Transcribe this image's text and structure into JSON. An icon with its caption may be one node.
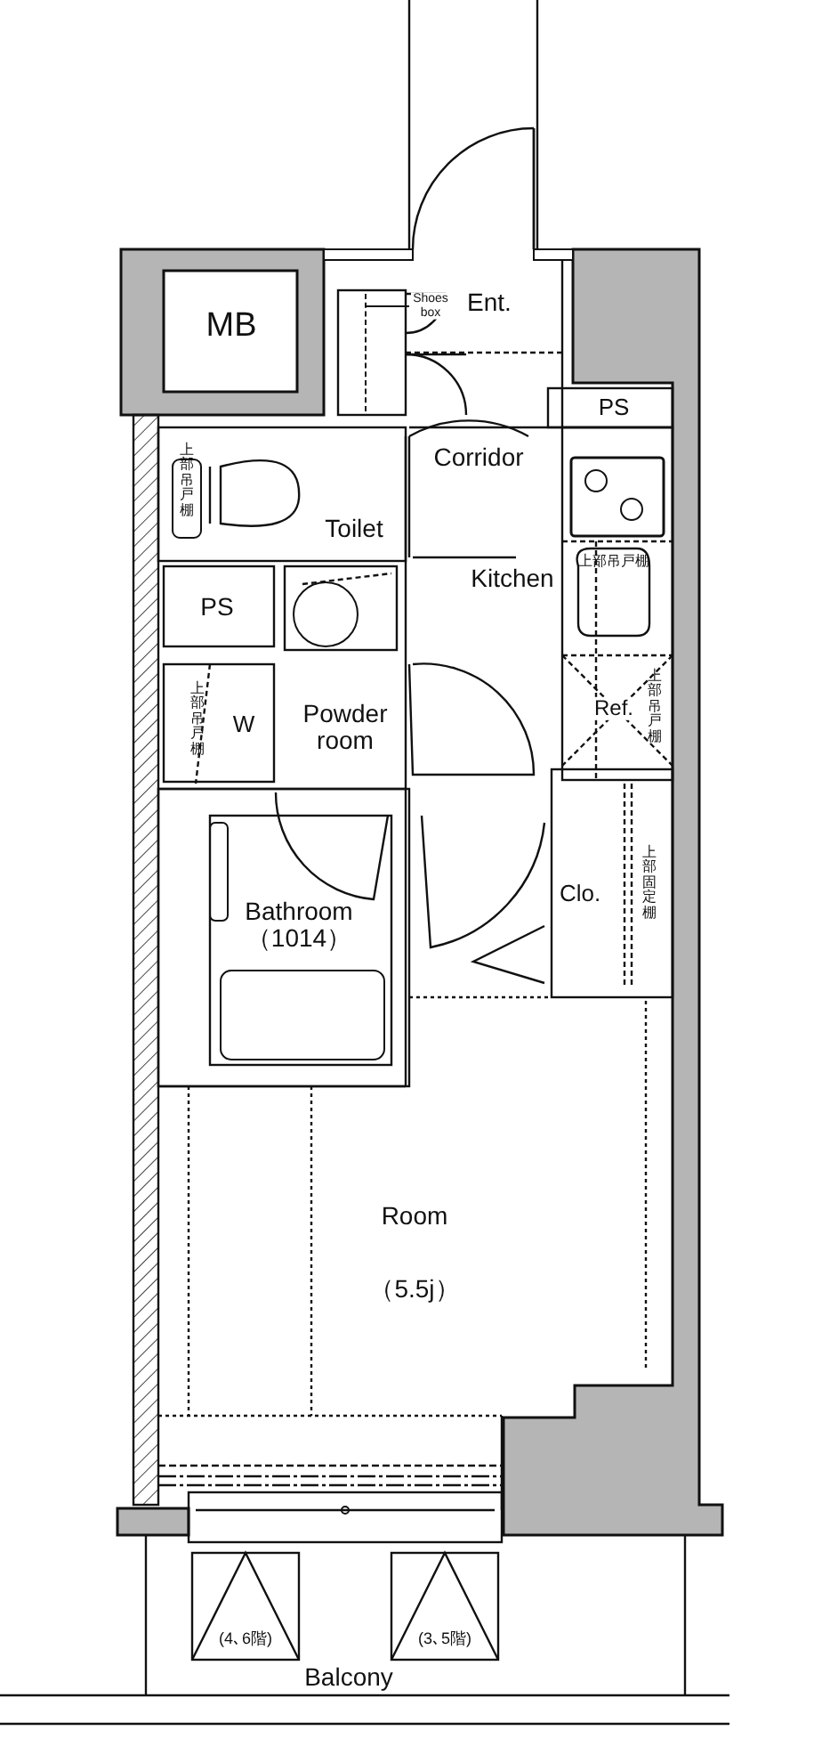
{
  "diagram": {
    "nodes": [
      {
        "text": [
          "Shoes box"
        ]
      },
      {
        "text": [],
        "shape": "box"
      }
    ],
    "edges": [
      {
        "from": 0,
        "to": 1,
        "arrow": "none"
      }
    ],
    "labels": [
      "MB",
      "Ent.",
      "PS",
      "上部吊戸棚",
      "Corridor",
      "Toilet",
      "Kitchen",
      "上部吊戸棚",
      "PS",
      "上部吊戸棚",
      "W",
      "上部吊戸棚",
      "Ref.",
      "Powder room",
      "Bathroom （1014）",
      "Clo.",
      "上部固定棚",
      "Room",
      "（5.5j）",
      "(4､6階)",
      "(3､5階)",
      "Balcony"
    ]
  }
}
